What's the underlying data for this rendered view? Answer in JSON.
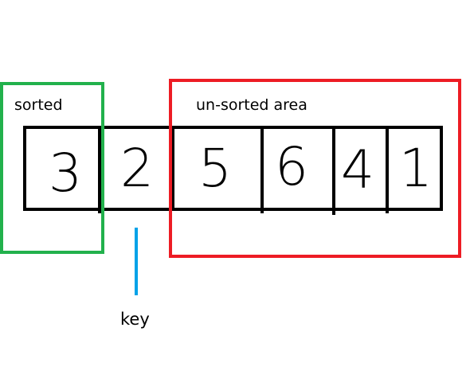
{
  "diagram": {
    "sorted_label": "sorted",
    "unsorted_label": "un-sorted area",
    "key_label": "key",
    "cells": [
      "3",
      "2",
      "5",
      "6",
      "4",
      "1"
    ],
    "colors": {
      "sorted_box": "#22b14c",
      "unsorted_box": "#ed1c24",
      "key_pointer": "#00a2e8",
      "array_stroke": "#000000"
    }
  }
}
